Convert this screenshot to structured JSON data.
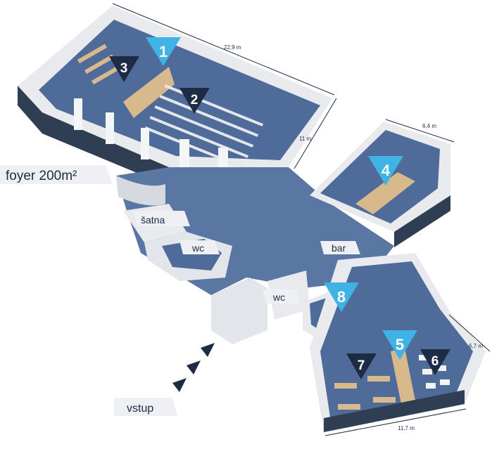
{
  "labels": {
    "foyer": "foyer 200m²",
    "satna": "šatna",
    "wc_upper": "wc",
    "wc_lower": "wc",
    "bar": "bar",
    "vstup": "vstup"
  },
  "dimensions": {
    "top": "22,9 m",
    "right": "11 m",
    "room4_width": "6,4 m",
    "bottom_width": "11,7 m",
    "bottom_depth": "6,7 m"
  },
  "markers": [
    {
      "number": "1",
      "style": "light"
    },
    {
      "number": "2",
      "style": "dark"
    },
    {
      "number": "3",
      "style": "dark"
    },
    {
      "number": "4",
      "style": "light"
    },
    {
      "number": "5",
      "style": "light"
    },
    {
      "number": "6",
      "style": "dark"
    },
    {
      "number": "7",
      "style": "dark"
    },
    {
      "number": "8",
      "style": "light"
    }
  ],
  "colors": {
    "floor": "#4f6b99",
    "wall": "#e9eaed",
    "wall_shade": "#c9ccd3",
    "marker_light": "#3fb3e6",
    "marker_dark": "#1d2b45",
    "label_bg": "#eef0f3",
    "text": "#1d2b45"
  }
}
